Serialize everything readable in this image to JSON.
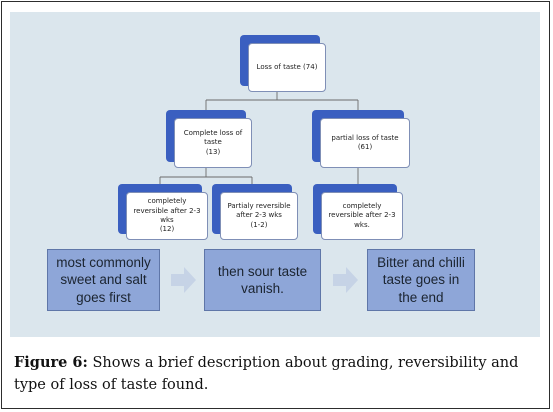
{
  "diagram": {
    "root": {
      "label": "Loss of taste (74)"
    },
    "complete": {
      "label": "Complete loss of taste",
      "count": "(13)"
    },
    "partial": {
      "label": "partial loss of taste",
      "count": "(61)"
    },
    "complete_rev": {
      "label": "completely reversible after 2-3 wks",
      "count": "(12)"
    },
    "partial_rev": {
      "label": "Partialy reversible after 2-3 wks",
      "count": "(1-2)"
    },
    "partial_complete_rev": {
      "label": "completely reversible after 2-3 wks."
    },
    "stages": [
      {
        "text": "most commonly sweet and salt goes first"
      },
      {
        "text": "then sour taste vanish."
      },
      {
        "text": "Bitter and chilli taste goes in the end"
      }
    ],
    "colors": {
      "panel": "#dbe6ed",
      "node_back": "#3a5fc0",
      "stage_fill": "#8ea6d8",
      "arrow": "#c6d3e6"
    }
  },
  "caption": {
    "label": "Figure 6:",
    "text": " Shows a brief description about grading, reversibility and type of loss of taste found."
  }
}
